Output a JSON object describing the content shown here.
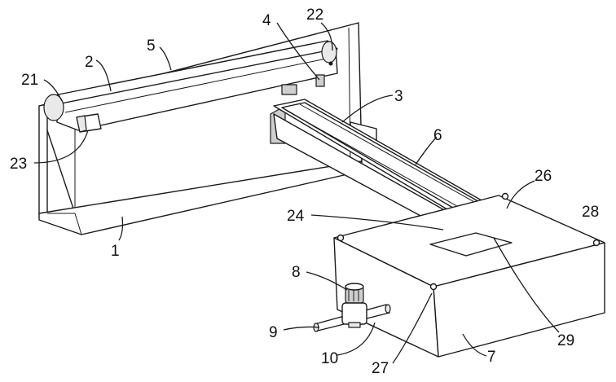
{
  "labels": {
    "l1": "1",
    "l2": "2",
    "l3": "3",
    "l4": "4",
    "l5": "5",
    "l6": "6",
    "l7": "7",
    "l8": "8",
    "l9": "9",
    "l10": "10",
    "l21": "21",
    "l22": "22",
    "l23": "23",
    "l24": "24",
    "l26": "26",
    "l27": "27",
    "l28": "28",
    "l29": "29"
  }
}
